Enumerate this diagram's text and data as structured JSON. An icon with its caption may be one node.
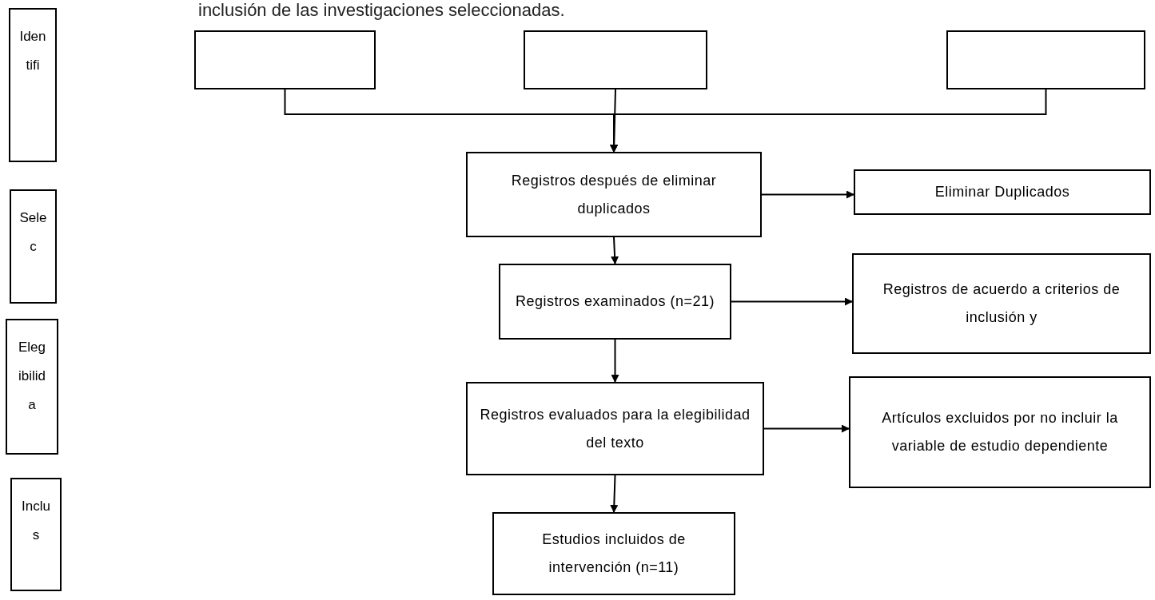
{
  "diagram": {
    "title": "inclusión de las investigaciones seleccionadas.",
    "nodes": [
      {
        "text": [
          "Identifi"
        ]
      },
      {
        "text": [
          "Selec"
        ]
      },
      {
        "text": [
          "Elegibilida"
        ]
      },
      {
        "text": [
          "Inclus"
        ]
      },
      {
        "text": [],
        "shape": "box"
      },
      {
        "text": [],
        "shape": "box"
      },
      {
        "text": [],
        "shape": "box"
      },
      {
        "text": [
          "Registros después de eliminar duplicados"
        ]
      },
      {
        "text": [
          "Eliminar Duplicados"
        ]
      },
      {
        "text": [
          "Registros examinados (n=21)"
        ]
      },
      {
        "text": [
          "Registros de acuerdo a criterios de inclusión y"
        ]
      },
      {
        "text": [
          "Registros evaluados para la elegibilidad del texto"
        ]
      },
      {
        "text": [
          "Artículos excluidos por no incluir la variable de estudio dependiente"
        ]
      },
      {
        "text": [
          "Estudios incluidos de intervención (n=11)"
        ]
      }
    ],
    "edges": [
      {
        "from": 4,
        "to": 7,
        "arrow": "to"
      },
      {
        "from": 5,
        "to": 7,
        "arrow": "to"
      },
      {
        "from": 6,
        "to": 7,
        "arrow": "to"
      },
      {
        "from": 7,
        "to": 8,
        "arrow": "to"
      },
      {
        "from": 7,
        "to": 9,
        "arrow": "to"
      },
      {
        "from": 9,
        "to": 10,
        "arrow": "to"
      },
      {
        "from": 9,
        "to": 11,
        "arrow": "to"
      },
      {
        "from": 11,
        "to": 12,
        "arrow": "to"
      },
      {
        "from": 11,
        "to": 13,
        "arrow": "to"
      }
    ]
  }
}
